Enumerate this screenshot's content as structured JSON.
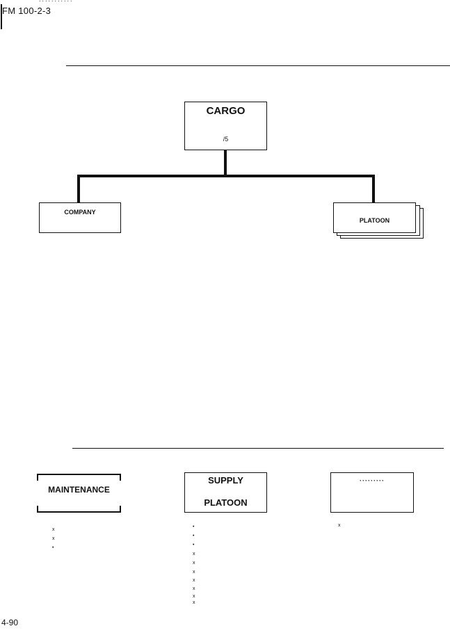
{
  "header": {
    "doc_id": "FM 100-2-3",
    "dots": "...........",
    "page_number": "4-90"
  },
  "org_chart": {
    "top": {
      "title": "CARGO",
      "fragment": "/5"
    },
    "left": {
      "title": "COMPANY"
    },
    "right": {
      "title": "PLATOON"
    }
  },
  "lower_boxes": {
    "maintenance": {
      "title": "MAINTENANCE",
      "marks": [
        "x",
        "x",
        "•"
      ]
    },
    "supply": {
      "line1": "SUPPLY",
      "line2": "PLATOON",
      "marks": [
        "•",
        "•",
        "•",
        "x",
        "x",
        "x",
        "x",
        "x",
        "x",
        "x"
      ]
    },
    "right_box": {
      "partial": "·········",
      "marks": [
        "x"
      ]
    }
  }
}
